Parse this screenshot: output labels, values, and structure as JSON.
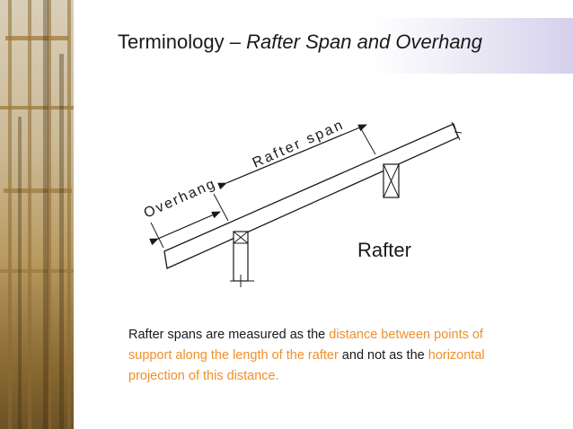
{
  "title": {
    "prefix": "Terminology – ",
    "emphasis": "Rafter Span and Overhang"
  },
  "diagram": {
    "overhang_label": "Overhang",
    "span_label": "Rafter span",
    "rafter_label": "Rafter"
  },
  "caption": {
    "part1": "Rafter spans are measured as the ",
    "highlight1": "distance between points of support along the length of the rafter",
    "part2": " and not as the ",
    "highlight2": "horizontal projection of this distance."
  },
  "colors": {
    "highlight": "#f0902a",
    "text": "#1a1a1a"
  }
}
